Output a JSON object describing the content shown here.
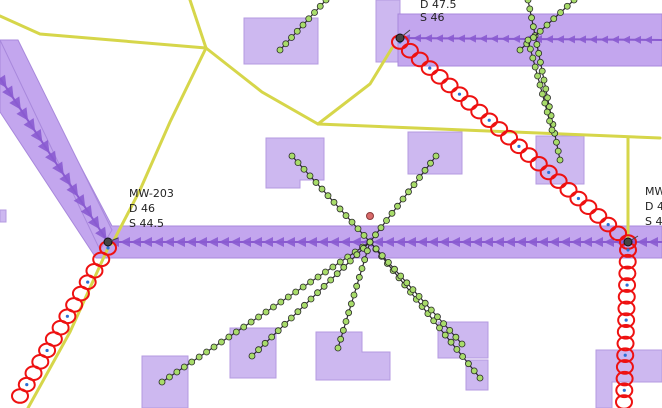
{
  "map": {
    "colors": {
      "background": "#ffffff",
      "building_fill": "#cdb8f0",
      "building_stroke": "#b49ae0",
      "corridor_fill": "#c3a6ee",
      "corridor_stroke": "#a888dc",
      "sewer_arrow": "#8a5bd0",
      "road": "#d6d64a",
      "lateral_node": "#a8dc6a",
      "lateral_line": "#2a2a2a",
      "force_main": "#ee1111",
      "manhole": "#444444",
      "point_of_interest": "#d86a6a"
    },
    "manholes": [
      {
        "id": "MW-203",
        "depth_label": "D 46",
        "slope_label": "S 44.5"
      },
      {
        "id": "",
        "depth_label": "D 47.5",
        "slope_label": "S 46"
      },
      {
        "id": "MW",
        "depth_label": "D 4",
        "slope_label": "S 4"
      }
    ]
  }
}
